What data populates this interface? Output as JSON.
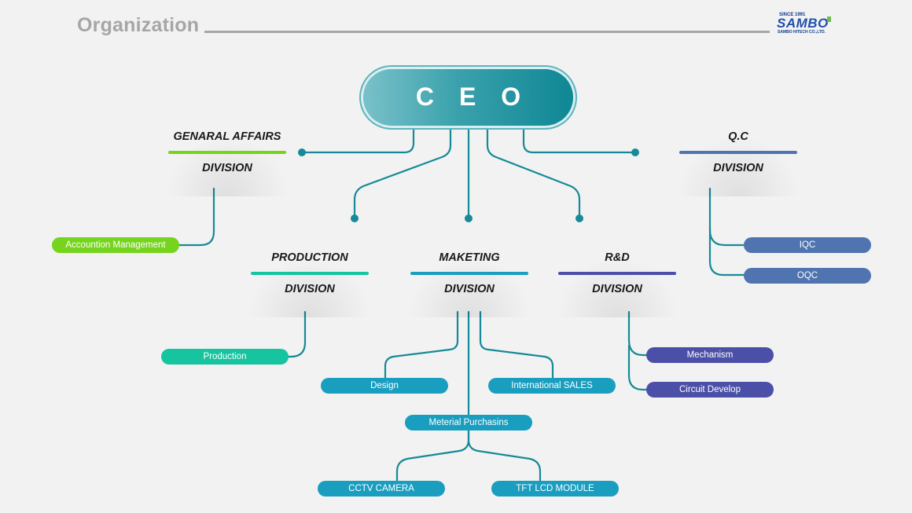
{
  "header": {
    "title": "Organization"
  },
  "logo": {
    "since": "SINCE 1991",
    "brand": "SAMBO",
    "company": "SAMBO HITECH CO.,LTD."
  },
  "ceo": {
    "label": "CEO"
  },
  "divisions": {
    "general_affairs": {
      "name": "GENARAL AFFAIRS",
      "sub": "DIVISION",
      "color": "#76d41f"
    },
    "qc": {
      "name": "Q.C",
      "sub": "DIVISION",
      "color": "#4f74b0"
    },
    "production": {
      "name": "PRODUCTION",
      "sub": "DIVISION",
      "color": "#17c4a0"
    },
    "maketing": {
      "name": "MAKETING",
      "sub": "DIVISION",
      "color": "#1a9ec0"
    },
    "rd": {
      "name": "R&D",
      "sub": "DIVISION",
      "color": "#4b4fa8"
    }
  },
  "teams": {
    "accounting": {
      "label": "Accountion Management",
      "color": "#76d41f"
    },
    "iqc": {
      "label": "IQC",
      "color": "#4f74b0"
    },
    "oqc": {
      "label": "OQC",
      "color": "#4f74b0"
    },
    "production": {
      "label": "Production",
      "color": "#17c4a0"
    },
    "design": {
      "label": "Design",
      "color": "#1a9ec0"
    },
    "international_sales": {
      "label": "International SALES",
      "color": "#1a9ec0"
    },
    "material_purchasing": {
      "label": "Meterial Purchasins",
      "color": "#1a9ec0"
    },
    "cctv_camera": {
      "label": "CCTV CAMERA",
      "color": "#1a9ec0"
    },
    "tft_lcd": {
      "label": "TFT LCD MODULE",
      "color": "#1a9ec0"
    },
    "mechanism": {
      "label": "Mechanism",
      "color": "#4b4fa8"
    },
    "circuit_develop": {
      "label": "Circuit Develop",
      "color": "#4b4fa8"
    }
  },
  "colors": {
    "connector": "#168a98",
    "title": "#a6a6a6"
  }
}
